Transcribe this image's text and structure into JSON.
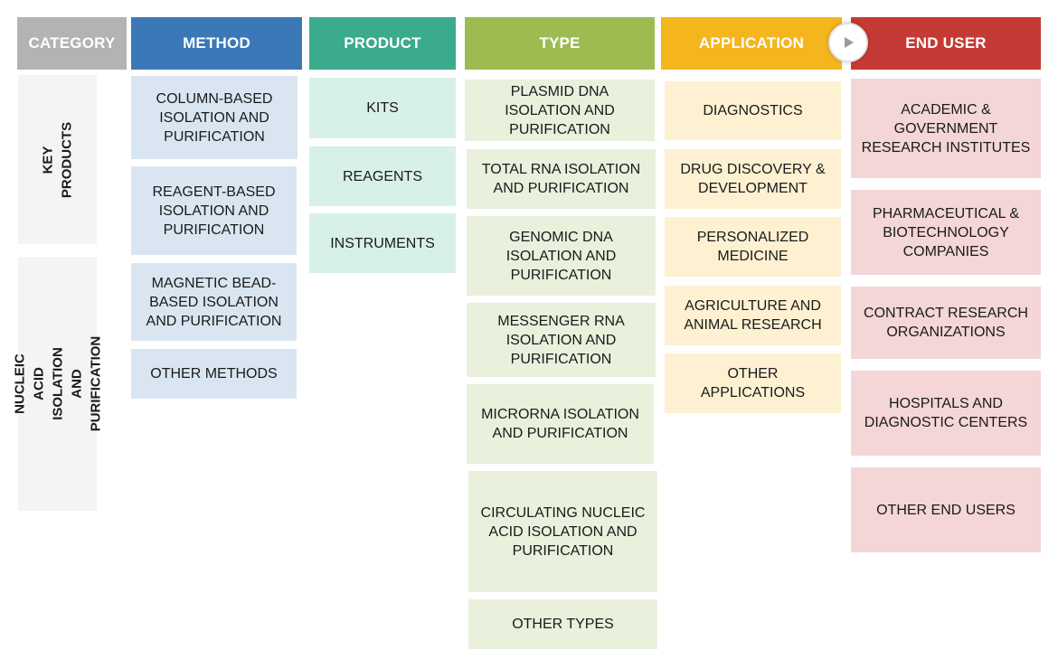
{
  "headers": {
    "category": "CATEGORY",
    "method": "METHOD",
    "product": "PRODUCT",
    "type": "TYPE",
    "application": "APPLICATION",
    "end_user": "END USER"
  },
  "category": {
    "key_products": "KEY PRODUCTS",
    "market": "NUCLEIC ACID ISOLATION AND\nPURIFICATION"
  },
  "method": [
    "COLUMN-BASED\nISOLATION AND\nPURIFICATION",
    "REAGENT-BASED\nISOLATION AND\nPURIFICATION",
    "MAGNETIC BEAD-\nBASED ISOLATION\nAND PURIFICATION",
    "OTHER METHODS"
  ],
  "product": [
    "KITS",
    "REAGENTS",
    "INSTRUMENTS"
  ],
  "type": [
    "PLASMID DNA\nISOLATION AND\nPURIFICATION",
    "TOTAL RNA ISOLATION\nAND PURIFICATION",
    "GENOMIC DNA\nISOLATION AND\nPURIFICATION",
    "MESSENGER RNA\nISOLATION AND\nPURIFICATION",
    "MICRORNA ISOLATION\nAND PURIFICATION",
    "CIRCULATING NUCLEIC\nACID ISOLATION AND\nPURIFICATION",
    "OTHER TYPES"
  ],
  "application": [
    "DIAGNOSTICS",
    "DRUG DISCOVERY &\nDEVELOPMENT",
    "PERSONALIZED\nMEDICINE",
    "AGRICULTURE AND\nANIMAL RESEARCH",
    "OTHER\nAPPLICATIONS"
  ],
  "end_user": [
    "ACADEMIC &\nGOVERNMENT\nRESEARCH INSTITUTES",
    "PHARMACEUTICAL &\nBIOTECHNOLOGY\nCOMPANIES",
    "CONTRACT RESEARCH\nORGANIZATIONS",
    "HOSPITALS AND\nDIAGNOSTIC CENTERS",
    "OTHER END USERS"
  ],
  "icons": {
    "play": "play-icon"
  },
  "colors": {
    "category_header": "#b3b3b3",
    "method_header": "#3a78b8",
    "method_box": "#d9e6f2",
    "product_header": "#3aab8c",
    "product_box": "#d8f0ea",
    "type_header": "#9cbc52",
    "type_box": "#e9f0dc",
    "application_header": "#f5b51c",
    "application_box": "#fdf1d2",
    "end_user_header": "#c53a34",
    "end_user_box": "#f4d6d6",
    "category_box": "#f4f4f4"
  }
}
